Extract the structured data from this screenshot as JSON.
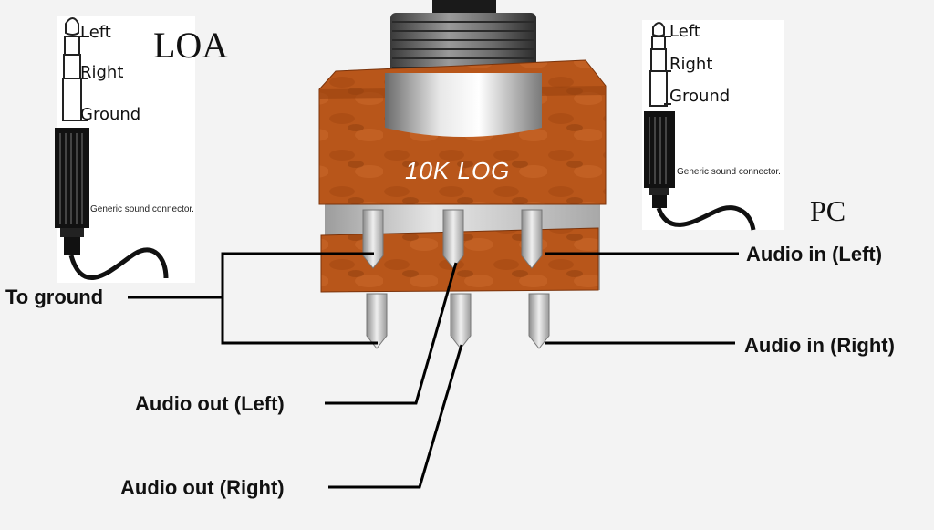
{
  "titles": {
    "left_device": "LOA",
    "right_device": "PC"
  },
  "potentiometer": {
    "label": "10K LOG"
  },
  "jack_left": {
    "tip": "Left",
    "ring": "Right",
    "sleeve": "Ground",
    "caption": "Generic sound connector."
  },
  "jack_right": {
    "tip": "Left",
    "ring": "Right",
    "sleeve": "Ground",
    "caption": "Generic sound connector."
  },
  "connections": {
    "to_ground": "To ground",
    "audio_in_left": "Audio in (Left)",
    "audio_in_right": "Audio in (Right)",
    "audio_out_left": "Audio out (Left)",
    "audio_out_right": "Audio out (Right)"
  },
  "colors": {
    "pcb": "#b8561a",
    "pcb_dark": "#8e3d0e",
    "pin": "#c9c9c9",
    "wire": "#000000"
  }
}
